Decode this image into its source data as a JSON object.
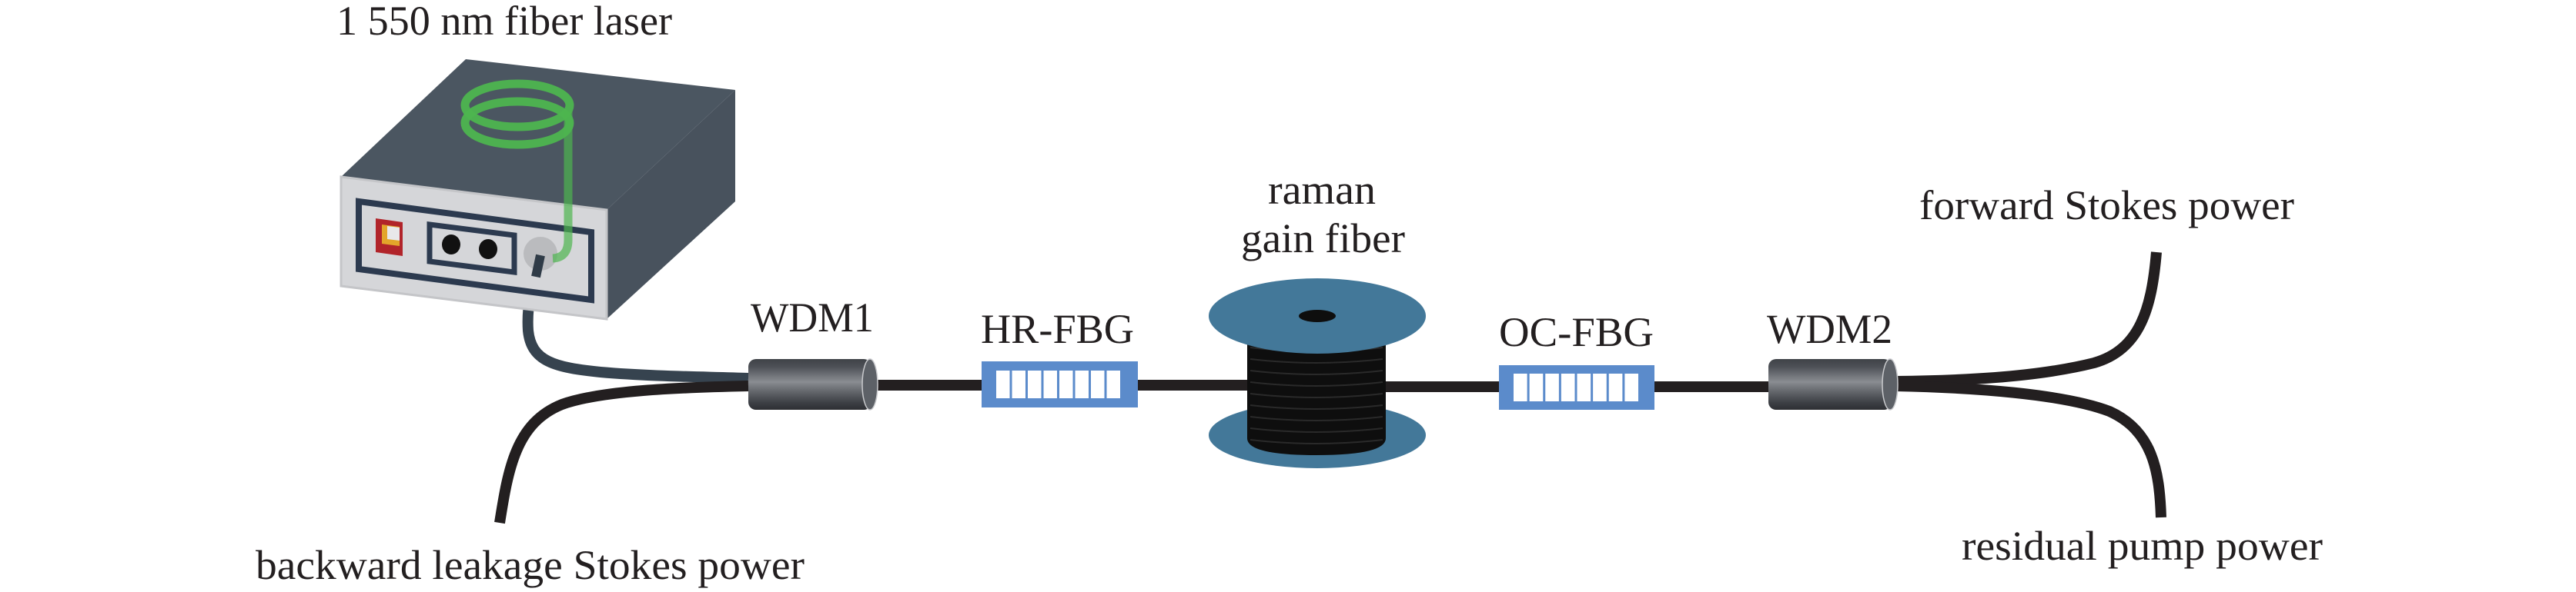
{
  "figure": {
    "type": "fiber-raman-laser-setup-schematic"
  },
  "labels": {
    "laser": "1 550 nm fiber laser",
    "wdm1": "WDM1",
    "hr_fbg": "HR-FBG",
    "raman_line1": "raman",
    "raman_line2": "gain fiber",
    "oc_fbg": "OC-FBG",
    "wdm2": "WDM2",
    "forward": "forward Stokes power",
    "residual": "residual pump power",
    "backward": "backward leakage Stokes power"
  },
  "components": [
    {
      "id": "pump-laser",
      "label": "1 550 nm fiber laser"
    },
    {
      "id": "wdm1",
      "label": "WDM1"
    },
    {
      "id": "hr-fbg",
      "label": "HR-FBG",
      "grating_slots": 8
    },
    {
      "id": "raman-gain-fiber-spool",
      "label": "raman gain fiber"
    },
    {
      "id": "oc-fbg",
      "label": "OC-FBG",
      "grating_slots": 8
    },
    {
      "id": "wdm2",
      "label": "WDM2"
    }
  ],
  "outputs": [
    {
      "id": "forward-stokes",
      "label": "forward Stokes power"
    },
    {
      "id": "residual-pump",
      "label": "residual pump power"
    },
    {
      "id": "backward-leakage",
      "label": "backward leakage Stokes power"
    }
  ],
  "colors": {
    "fiber": "#231f20",
    "pump_cable": "#36434f",
    "box_top": "#4b5661",
    "box_side": "#48525d",
    "box_front": "#d5d6d9",
    "panel_outline": "#2c3a4f",
    "fbg_blue": "#5b8bcb",
    "spool_blue": "#437899",
    "green_coil": "#4db54f",
    "indicator_red": "#b1242a",
    "indicator_orange": "#e3a52a",
    "connector_gray": "#b7b8ba"
  }
}
